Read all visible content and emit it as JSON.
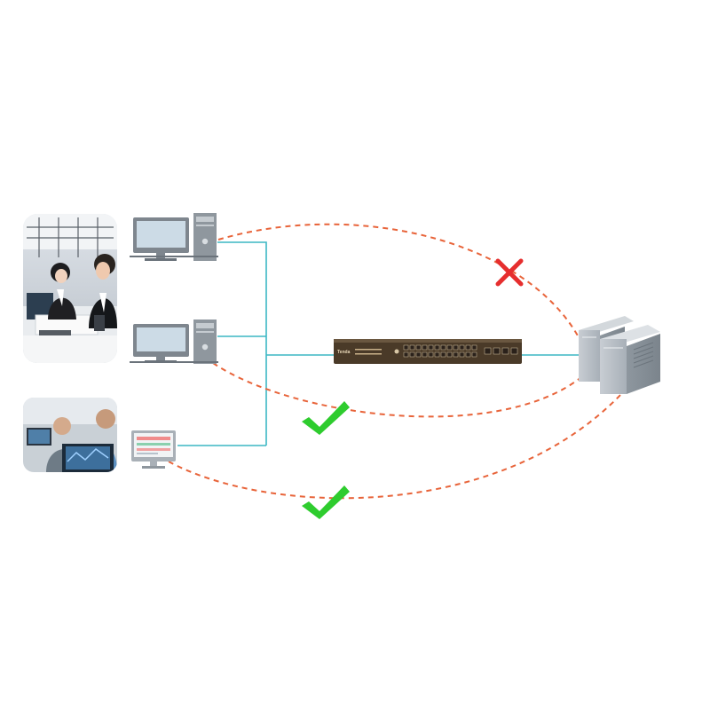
{
  "diagram": {
    "colors": {
      "background": "#ffffff",
      "cable": "#3cb7c4",
      "dashed_path": "#e8643a",
      "allowed_mark": "#2ecc2e",
      "blocked_mark": "#e62e2e",
      "switch_body": "#4a3a28",
      "server": "#9aa3ad"
    },
    "switch_brand": "Tenda",
    "nodes": [
      {
        "id": "office-pc-1",
        "icon": "desktop-computer-icon",
        "photo": "office-workers-photo"
      },
      {
        "id": "office-pc-2",
        "icon": "desktop-computer-icon"
      },
      {
        "id": "monitoring-terminal",
        "icon": "monitor-icon",
        "photo": "monitoring-staff-photo"
      },
      {
        "id": "core-switch",
        "icon": "network-switch-icon"
      },
      {
        "id": "server",
        "icon": "server-icon"
      }
    ],
    "paths": [
      {
        "from": "office-pc-1",
        "to": "server",
        "status": "blocked",
        "mark": "x-cross-icon"
      },
      {
        "from": "office-pc-2",
        "to": "server",
        "status": "allowed",
        "mark": "checkmark-icon"
      },
      {
        "from": "monitoring-terminal",
        "to": "server",
        "status": "allowed",
        "mark": "checkmark-icon"
      }
    ]
  }
}
